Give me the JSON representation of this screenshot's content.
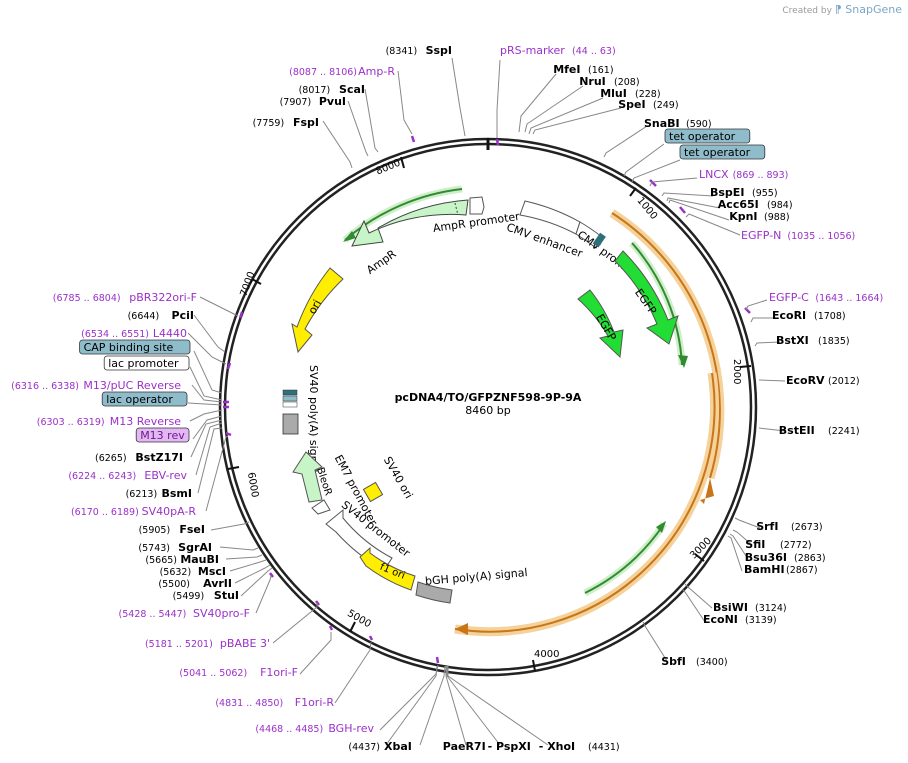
{
  "header": {
    "created_by": "Created by",
    "brand": "SnapGene"
  },
  "plasmid": {
    "name": "pcDNA4/TO/GFPZNF598-9P-9A",
    "size_label": "8460 bp",
    "length_bp": 8460
  },
  "scale_ticks": [
    "1000",
    "2000",
    "3000",
    "4000",
    "5000",
    "6000",
    "7000",
    "8000"
  ],
  "colors": {
    "enzyme_text": "#000000",
    "primer_text": "#9b30c8",
    "protein_bind_fill": "#8fbccb",
    "promoter_fill": "#ffffff",
    "gfp_fill": "#22dd33",
    "ori_fill": "#ffee00",
    "ampr_fill": "#c8f5c8",
    "orange_band": "#e89b2c",
    "green_arc": "#2f8c2f",
    "bgh_fill": "#aaaaaa"
  },
  "labels": [
    {
      "id": "sspi",
      "name": "SspI",
      "pos": "(8341)",
      "kind": "enzyme"
    },
    {
      "id": "prs-marker",
      "name": "pRS-marker",
      "pos": "(44 .. 63)",
      "kind": "primer"
    },
    {
      "id": "mfei",
      "name": "MfeI",
      "pos": "(161)",
      "kind": "enzyme"
    },
    {
      "id": "nrui",
      "name": "NruI",
      "pos": "(208)",
      "kind": "enzyme"
    },
    {
      "id": "mlui",
      "name": "MluI",
      "pos": "(228)",
      "kind": "enzyme"
    },
    {
      "id": "spei",
      "name": "SpeI",
      "pos": "(249)",
      "kind": "enzyme"
    },
    {
      "id": "snabi",
      "name": "SnaBI",
      "pos": "(590)",
      "kind": "enzyme"
    },
    {
      "id": "tet-operator-1",
      "name": "tet operator",
      "pos": "",
      "kind": "box"
    },
    {
      "id": "tet-operator-2",
      "name": "tet operator",
      "pos": "",
      "kind": "box"
    },
    {
      "id": "lncx",
      "name": "LNCX",
      "pos": "(869 .. 893)",
      "kind": "primer"
    },
    {
      "id": "bspei",
      "name": "BspEI",
      "pos": "(955)",
      "kind": "enzyme"
    },
    {
      "id": "acc65i",
      "name": "Acc65I",
      "pos": "(984)",
      "kind": "enzyme"
    },
    {
      "id": "kpni",
      "name": "KpnI",
      "pos": "(988)",
      "kind": "enzyme"
    },
    {
      "id": "egfp-n",
      "name": "EGFP-N",
      "pos": "(1035 .. 1056)",
      "kind": "primer"
    },
    {
      "id": "egfp-c",
      "name": "EGFP-C",
      "pos": "(1643 .. 1664)",
      "kind": "primer"
    },
    {
      "id": "ecori",
      "name": "EcoRI",
      "pos": "(1708)",
      "kind": "enzyme"
    },
    {
      "id": "bstxi",
      "name": "BstXI",
      "pos": "(1835)",
      "kind": "enzyme"
    },
    {
      "id": "ecorv",
      "name": "EcoRV",
      "pos": "(2012)",
      "kind": "enzyme"
    },
    {
      "id": "bsteii",
      "name": "BstEII",
      "pos": "(2241)",
      "kind": "enzyme"
    },
    {
      "id": "srfi",
      "name": "SrfI",
      "pos": "(2673)",
      "kind": "enzyme"
    },
    {
      "id": "sfii",
      "name": "SfiI",
      "pos": "(2772)",
      "kind": "enzyme"
    },
    {
      "id": "bsu36i",
      "name": "Bsu36I",
      "pos": "(2863)",
      "kind": "enzyme"
    },
    {
      "id": "bamhi",
      "name": "BamHI",
      "pos": "(2867)",
      "kind": "enzyme"
    },
    {
      "id": "bsiwi",
      "name": "BsiWI",
      "pos": "(3124)",
      "kind": "enzyme"
    },
    {
      "id": "econi",
      "name": "EcoNI",
      "pos": "(3139)",
      "kind": "enzyme"
    },
    {
      "id": "sbfi",
      "name": "SbfI",
      "pos": "(3400)",
      "kind": "enzyme"
    },
    {
      "id": "xbai",
      "name": "XbaI",
      "pos": "(4437)",
      "kind": "enzyme"
    },
    {
      "id": "paer7i",
      "name": "PaeR7I",
      "pos": "",
      "kind": "enzyme"
    },
    {
      "id": "pspxi",
      "name": "- PspXI",
      "pos": "",
      "kind": "enzyme"
    },
    {
      "id": "xhoi",
      "name": "- XhoI",
      "pos": "(4431)",
      "kind": "enzyme"
    },
    {
      "id": "bgh-rev",
      "name": "BGH-rev",
      "pos": "(4468 .. 4485)",
      "kind": "primer"
    },
    {
      "id": "f1ori-r",
      "name": "F1ori-R",
      "pos": "(4831 .. 4850)",
      "kind": "primer"
    },
    {
      "id": "f1ori-f",
      "name": "F1ori-F",
      "pos": "(5041 .. 5062)",
      "kind": "primer"
    },
    {
      "id": "pbabe-3",
      "name": "pBABE 3'",
      "pos": "(5181 .. 5201)",
      "kind": "primer"
    },
    {
      "id": "sv40pro-f",
      "name": "SV40pro-F",
      "pos": "(5428 .. 5447)",
      "kind": "primer"
    },
    {
      "id": "stui",
      "name": "StuI",
      "pos": "(5499)",
      "kind": "enzyme"
    },
    {
      "id": "avrii",
      "name": "AvrII",
      "pos": "(5500)",
      "kind": "enzyme"
    },
    {
      "id": "msci",
      "name": "MscI",
      "pos": "(5632)",
      "kind": "enzyme"
    },
    {
      "id": "maubi",
      "name": "MauBI",
      "pos": "(5665)",
      "kind": "enzyme"
    },
    {
      "id": "sgrai",
      "name": "SgrAI",
      "pos": "(5743)",
      "kind": "enzyme"
    },
    {
      "id": "fsei",
      "name": "FseI",
      "pos": "(5905)",
      "kind": "enzyme"
    },
    {
      "id": "sv40pa-r",
      "name": "SV40pA-R",
      "pos": "(6170 .. 6189)",
      "kind": "primer"
    },
    {
      "id": "bsmi",
      "name": "BsmI",
      "pos": "(6213)",
      "kind": "enzyme"
    },
    {
      "id": "ebv-rev",
      "name": "EBV-rev",
      "pos": "(6224 .. 6243)",
      "kind": "primer"
    },
    {
      "id": "bstz17i",
      "name": "BstZ17I",
      "pos": "(6265)",
      "kind": "enzyme"
    },
    {
      "id": "m13-rev",
      "name": "M13 rev",
      "pos": "",
      "kind": "box-primer"
    },
    {
      "id": "m13-reverse",
      "name": "M13 Reverse",
      "pos": "(6303 .. 6319)",
      "kind": "primer"
    },
    {
      "id": "lac-operator",
      "name": "lac operator",
      "pos": "",
      "kind": "box"
    },
    {
      "id": "m13-puc-reverse",
      "name": "M13/pUC Reverse",
      "pos": "(6316 .. 6338)",
      "kind": "primer"
    },
    {
      "id": "lac-promoter",
      "name": "lac promoter",
      "pos": "",
      "kind": "box-white"
    },
    {
      "id": "cap-binding-site",
      "name": "CAP binding site",
      "pos": "",
      "kind": "box"
    },
    {
      "id": "l4440",
      "name": "L4440",
      "pos": "(6534 .. 6551)",
      "kind": "primer"
    },
    {
      "id": "pcii",
      "name": "PciI",
      "pos": "(6644)",
      "kind": "enzyme"
    },
    {
      "id": "pbr322ori-f",
      "name": "pBR322ori-F",
      "pos": "(6785 .. 6804)",
      "kind": "primer"
    },
    {
      "id": "fspi",
      "name": "FspI",
      "pos": "(7759)",
      "kind": "enzyme"
    },
    {
      "id": "pvui",
      "name": "PvuI",
      "pos": "(7907)",
      "kind": "enzyme"
    },
    {
      "id": "scai",
      "name": "ScaI",
      "pos": "(8017)",
      "kind": "enzyme"
    },
    {
      "id": "amp-r",
      "name": "Amp-R",
      "pos": "(8087 .. 8106)",
      "kind": "primer"
    }
  ],
  "features": {
    "ampr_promoter": "AmpR promoter",
    "ampr": "AmpR",
    "ori": "ori",
    "cmv_enhancer": "CMV enhancer",
    "cmv_promoter": "CMV promoter",
    "egfp_outer": "EGFP",
    "egfp_inner": "EGFP",
    "sv40_polya": "SV40 poly(A) signal",
    "em7_promoter": "EM7 promoter",
    "bleor": "BleoR",
    "sv40_ori": "SV40 ori",
    "sv40_promoter": "SV40 promoter",
    "f1_ori": "f1 ori",
    "bgh_polya": "bGH poly(A) signal"
  }
}
